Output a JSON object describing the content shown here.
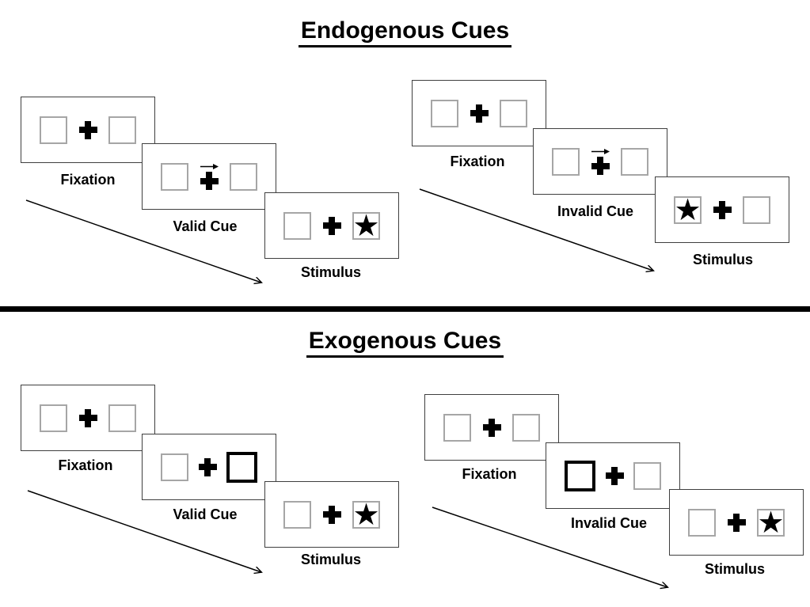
{
  "icons": {
    "star": "★",
    "fixation_cross": "plus-cross",
    "cue_arrow": "right-arrow",
    "timeline_arrow": "diagonal-arrow"
  },
  "colors": {
    "background": "#ffffff",
    "panel_border": "#3f3f3f",
    "box_border": "#a6a6a6",
    "cue_highlight_border": "#000000",
    "ink": "#000000"
  },
  "sections": {
    "endogenous": {
      "title": "Endogenous Cues",
      "valid": {
        "panels": [
          {
            "label": "Fixation",
            "cue": null,
            "star_box": null
          },
          {
            "label": "Valid Cue",
            "cue": "central-arrow-right",
            "star_box": null
          },
          {
            "label": "Stimulus",
            "cue": null,
            "star_box": "right"
          }
        ]
      },
      "invalid": {
        "panels": [
          {
            "label": "Fixation",
            "cue": null,
            "star_box": null
          },
          {
            "label": "Invalid Cue",
            "cue": "central-arrow-right",
            "star_box": null
          },
          {
            "label": "Stimulus",
            "cue": null,
            "star_box": "left"
          }
        ]
      }
    },
    "exogenous": {
      "title": "Exogenous Cues",
      "valid": {
        "panels": [
          {
            "label": "Fixation",
            "cue": null,
            "star_box": null
          },
          {
            "label": "Valid Cue",
            "cue": "peripheral-highlight-right",
            "star_box": null
          },
          {
            "label": "Stimulus",
            "cue": null,
            "star_box": "right"
          }
        ]
      },
      "invalid": {
        "panels": [
          {
            "label": "Fixation",
            "cue": null,
            "star_box": null
          },
          {
            "label": "Invalid Cue",
            "cue": "peripheral-highlight-left",
            "star_box": null
          },
          {
            "label": "Stimulus",
            "cue": null,
            "star_box": "right"
          }
        ]
      }
    }
  }
}
